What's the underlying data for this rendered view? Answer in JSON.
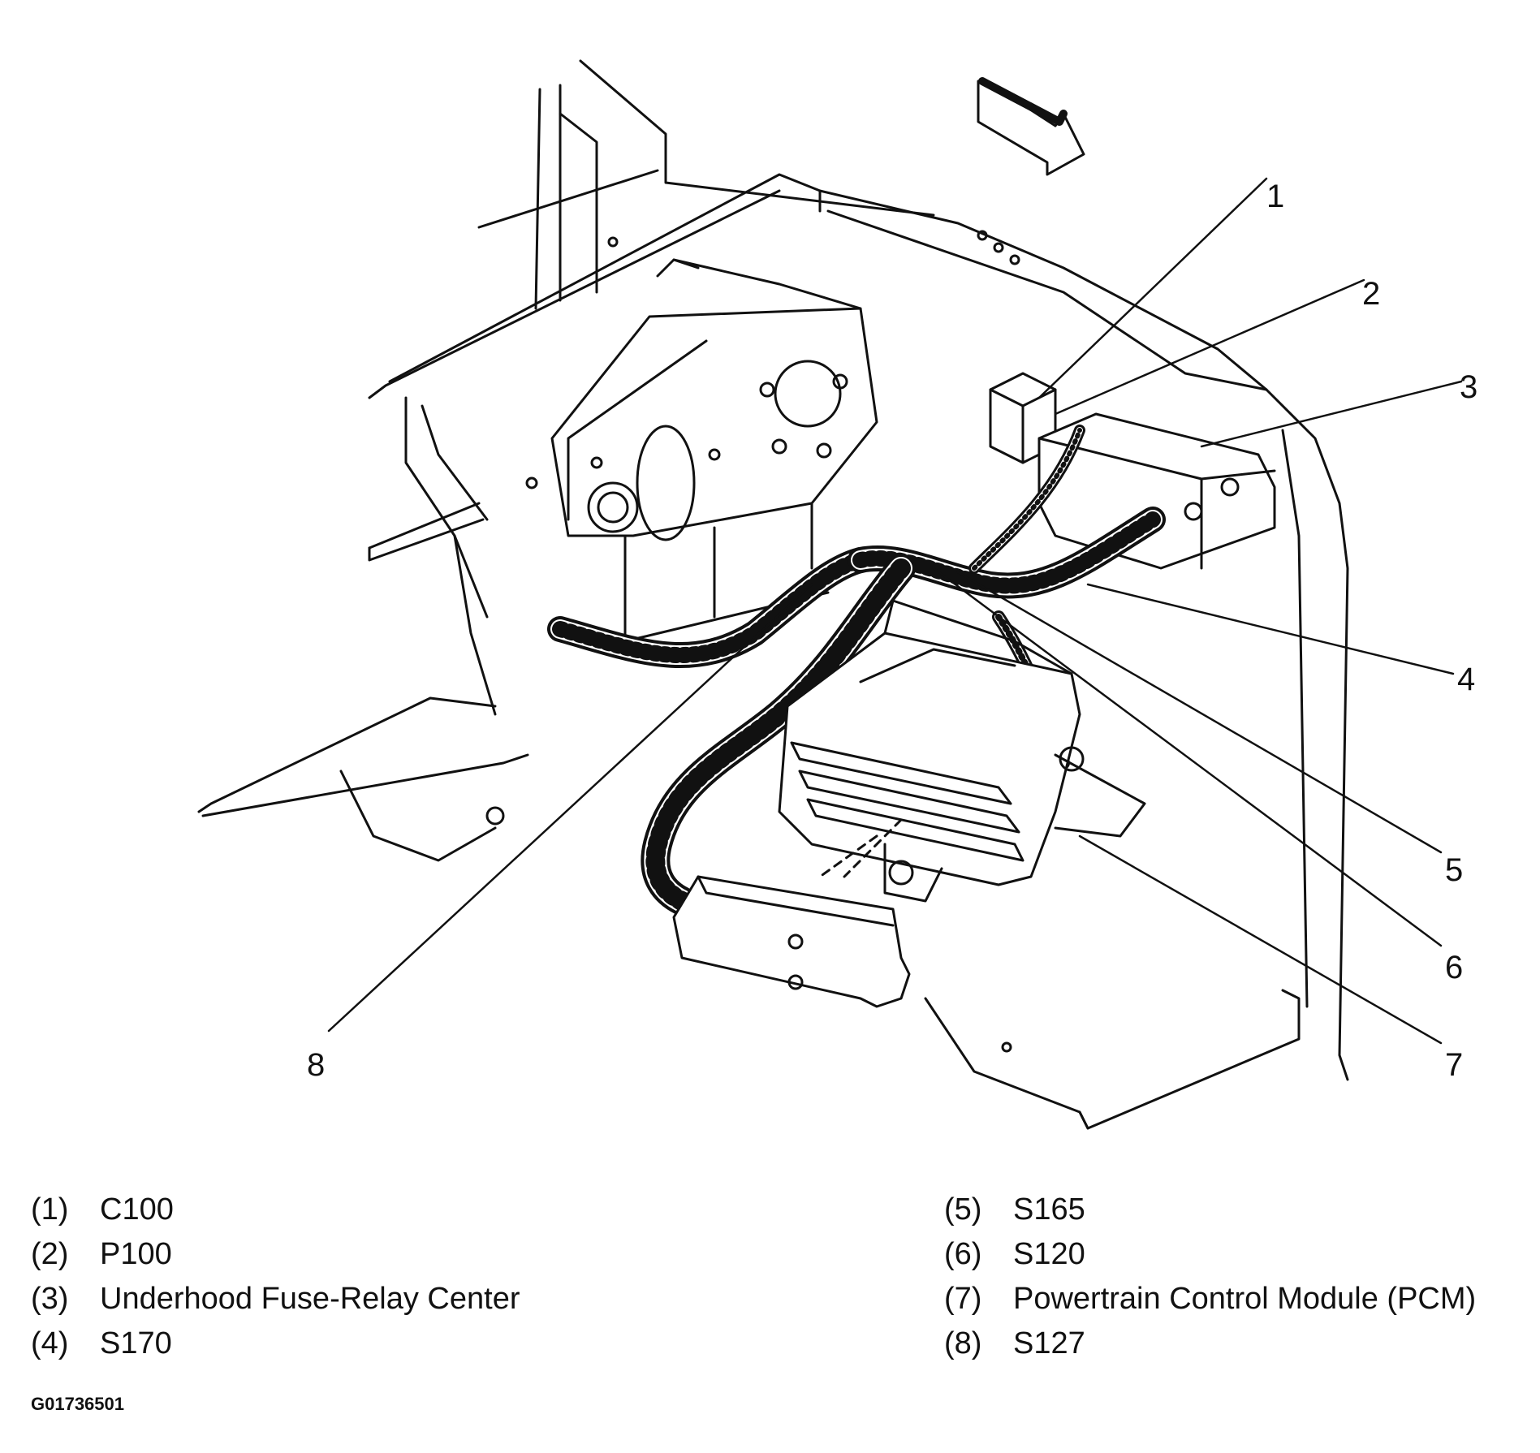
{
  "callouts": [
    "1",
    "2",
    "3",
    "4",
    "5",
    "6",
    "7",
    "8"
  ],
  "legend": [
    {
      "number": "(1)",
      "label": "C100"
    },
    {
      "number": "(2)",
      "label": "P100"
    },
    {
      "number": "(3)",
      "label": "Underhood Fuse-Relay Center"
    },
    {
      "number": "(4)",
      "label": "S170"
    },
    {
      "number": "(5)",
      "label": "S165"
    },
    {
      "number": "(6)",
      "label": "S120"
    },
    {
      "number": "(7)",
      "label": "Powertrain Control Module (PCM)"
    },
    {
      "number": "(8)",
      "label": "S127"
    }
  ],
  "figure_id": "G01736501"
}
